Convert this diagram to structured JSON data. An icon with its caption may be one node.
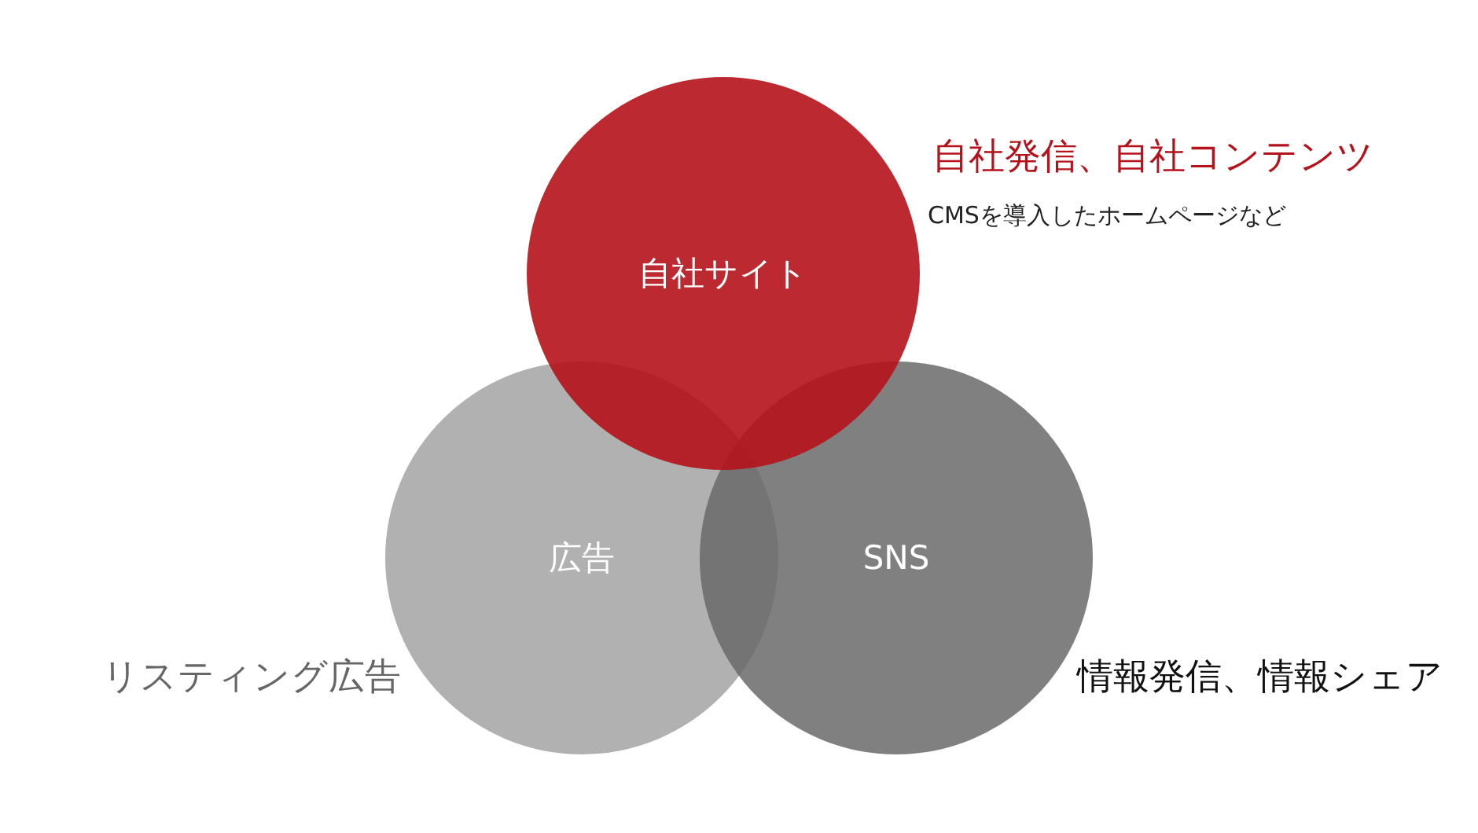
{
  "diagram": {
    "nodes": [
      {
        "text": [
          "自社サイト"
        ],
        "beside": [
          "自社発信、自社コンテンツ",
          "CMSを導入したホームページなど"
        ]
      },
      {
        "text": [
          "広告"
        ],
        "beside": [
          "リスティング広告"
        ]
      },
      {
        "text": [
          "SNS"
        ],
        "beside": [
          "情報発信、情報シェア"
        ]
      }
    ],
    "edges": []
  }
}
